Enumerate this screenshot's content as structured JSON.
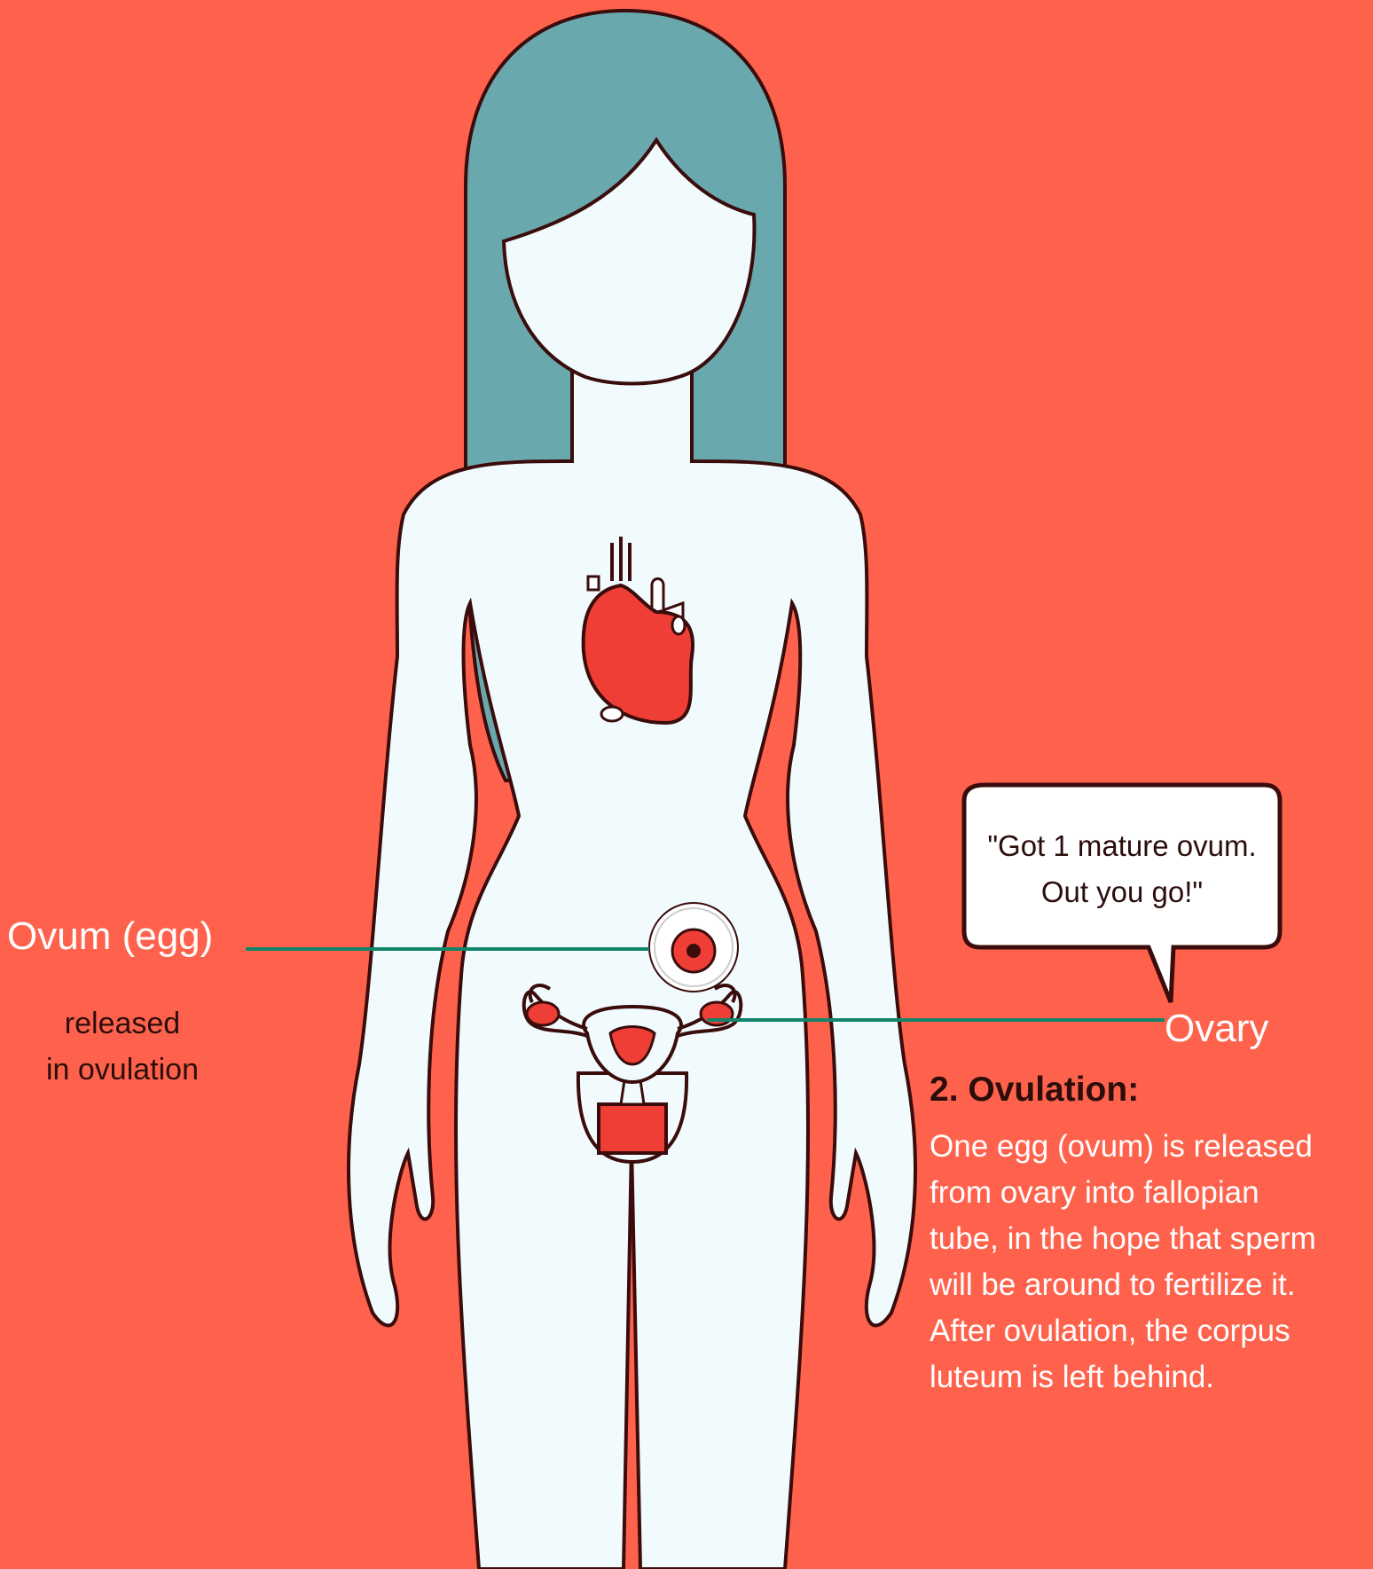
{
  "labels": {
    "ovum": "Ovum (egg)",
    "ovum_note_line1": "released",
    "ovum_note_line2": "in ovulation",
    "ovary": "Ovary"
  },
  "speech_bubble": {
    "line1": "\"Got 1 mature ovum.",
    "line2": "Out you go!\""
  },
  "section": {
    "heading": "2. Ovulation:",
    "body_lines": [
      "One egg (ovum) is released",
      "from ovary into fallopian",
      "tube, in the hope that sperm",
      "will be around to fertilize it.",
      "After ovulation, the corpus",
      "luteum is left behind."
    ]
  },
  "colors": {
    "background": "#ff624c",
    "hair": "#69a8ad",
    "body": "#f1fbfd",
    "outline": "#3a0c0c",
    "organ_red": "#ef3e36",
    "pointer_line": "#12846a",
    "label_white": "#ffffff",
    "text_dark": "#2b0d0b"
  },
  "icons": {
    "heart": "anatomical-heart-icon",
    "uterus": "uterus-icon",
    "ovum": "ovum-cell-icon"
  }
}
